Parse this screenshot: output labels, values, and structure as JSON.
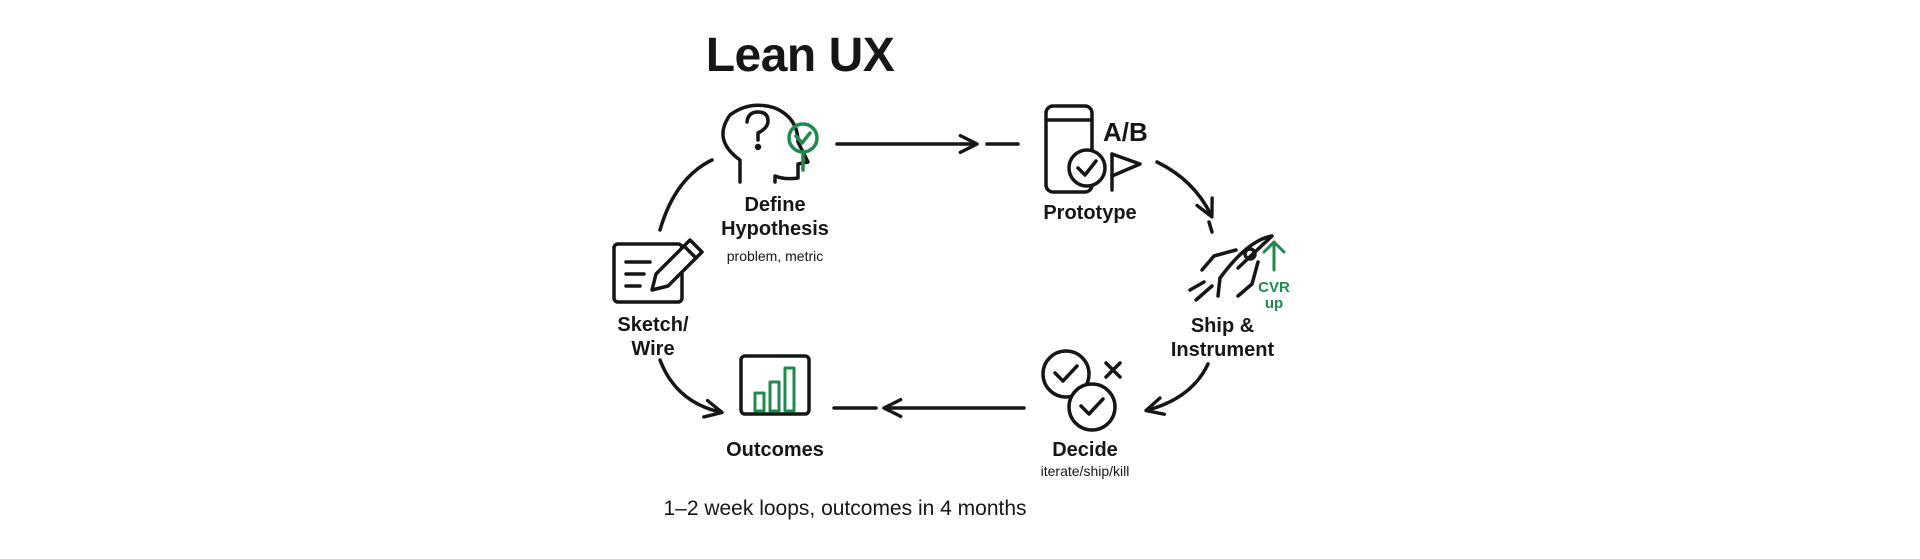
{
  "title": "Lean UX",
  "accent_color": "#1f8a4c",
  "line_color": "#161616",
  "stages": [
    {
      "id": "define",
      "label_line1": "Define",
      "label_line2": "Hypothesis",
      "sublabel": "problem, metric",
      "icon": "head-question-icon",
      "accent_icon": "checkmark-pin-icon"
    },
    {
      "id": "prototype",
      "label_line1": "Prototype",
      "badge": "A/B",
      "icon": "phone-check-icon",
      "accent_icon": "flag-icon"
    },
    {
      "id": "ship",
      "label_line1": "Ship &",
      "label_line2": "Instrument",
      "badge_line1": "CVR",
      "badge_line2": "up",
      "icon": "rocket-icon",
      "accent_icon": "arrow-up-icon"
    },
    {
      "id": "decide",
      "label_line1": "Decide",
      "sublabel": "iterate/ship/kill",
      "icon": "check-circles-icon",
      "accent_icon": "x-mark-icon"
    },
    {
      "id": "outcomes",
      "label_line1": "Outcomes",
      "icon": "bar-chart-icon"
    },
    {
      "id": "sketch",
      "label_line1": "Sketch/",
      "label_line2": "Wire",
      "icon": "pencil-board-icon"
    }
  ],
  "footer": "1–2 week loops, outcomes in 4 months"
}
